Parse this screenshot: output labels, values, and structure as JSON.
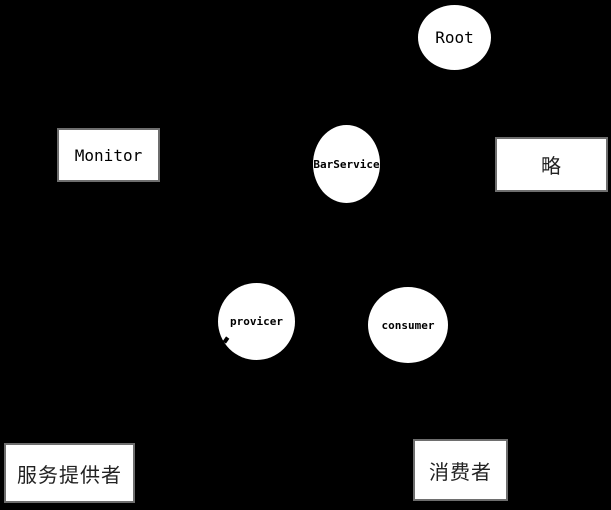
{
  "diagram": {
    "background_color": "#000000",
    "node_fill_color": "#ffffff",
    "rect_border_color": "#6e6e6e",
    "text_color": "#000000",
    "nodes": {
      "root": {
        "label": "Root",
        "shape": "ellipse"
      },
      "monitor": {
        "label": "Monitor",
        "shape": "rect"
      },
      "barservice": {
        "label": "BarService",
        "shape": "ellipse"
      },
      "lue": {
        "label": "略",
        "shape": "rect"
      },
      "provicer": {
        "label": "provicer",
        "shape": "ellipse"
      },
      "consumer": {
        "label": "consumer",
        "shape": "ellipse"
      },
      "service_provider": {
        "label": "服务提供者",
        "shape": "rect"
      },
      "consumer_cn": {
        "label": "消费者",
        "shape": "rect"
      }
    }
  }
}
